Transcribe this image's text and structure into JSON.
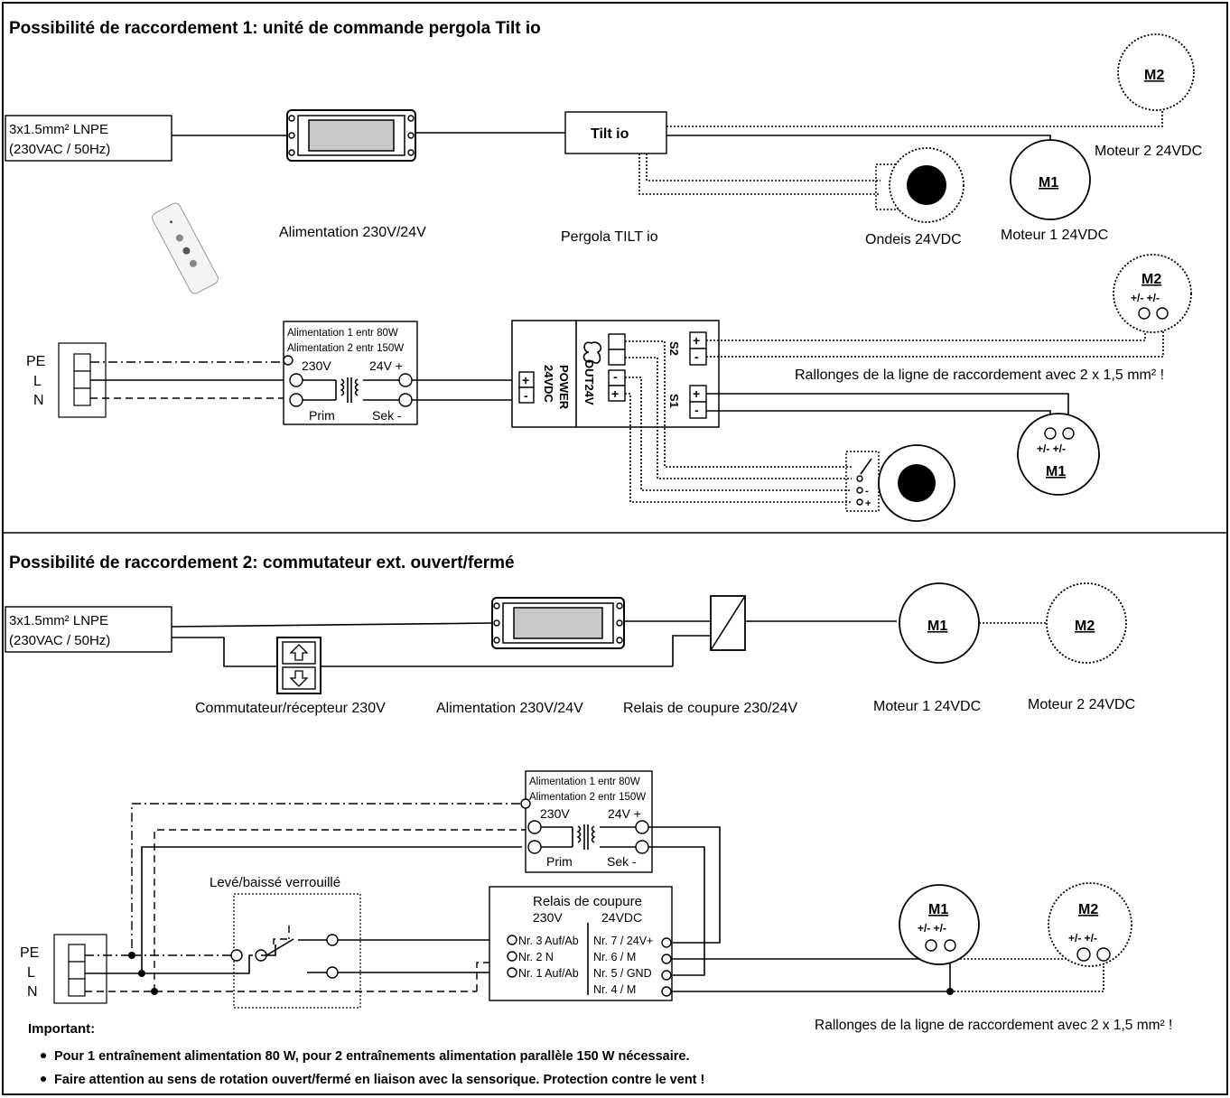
{
  "section1": {
    "title": "Possibilité de raccordement 1: unité de commande pergola Tilt io",
    "supply_line1": "3x1.5mm² LNPE",
    "supply_line2": "(230VAC / 50Hz)",
    "psu_caption": "Alimentation 230V/24V",
    "tilt_box": "Tilt io",
    "tilt_caption": "Pergola TILT io",
    "ondeis_caption": "Ondeis 24VDC",
    "m1_label": "M1",
    "m1_caption": "Moteur 1 24VDC",
    "m2_label": "M2",
    "m2_caption": "Moteur 2 24VDC"
  },
  "wiring1": {
    "pe": "PE",
    "l": "L",
    "n": "N",
    "psu_line1": "Alimentation 1 entr 80W",
    "psu_line2": "Alimentation 2 entr 150W",
    "v230": "230V",
    "v24": "24V +",
    "prim": "Prim",
    "sek": "Sek -",
    "power": "POWER",
    "vdc": "24VDC",
    "out": "OUT24V",
    "s1": "S1",
    "s2": "S2",
    "plus": "+",
    "minus": "-",
    "motor_terms": "+/- +/-",
    "m1": "M1",
    "m2": "M2",
    "extension_note": "Rallonges de la ligne de raccordement avec 2 x 1,5 mm² !"
  },
  "section2": {
    "title": "Possibilité de raccordement 2: commutateur ext. ouvert/fermé",
    "supply_line1": "3x1.5mm² LNPE",
    "supply_line2": "(230VAC / 50Hz)",
    "switch_caption": "Commutateur/récepteur 230V",
    "psu_caption": "Alimentation 230V/24V",
    "relay_caption": "Relais de coupure 230/24V",
    "m1_label": "M1",
    "m1_caption": "Moteur 1 24VDC",
    "m2_label": "M2",
    "m2_caption": "Moteur 2 24VDC"
  },
  "wiring2": {
    "pe": "PE",
    "l": "L",
    "n": "N",
    "psu_line1": "Alimentation 1 entr 80W",
    "psu_line2": "Alimentation 2 entr 150W",
    "v230": "230V",
    "v24": "24V +",
    "prim": "Prim",
    "sek": "Sek -",
    "interlock": "Levé/baissé verrouillé",
    "relay_title": "Relais de coupure",
    "relay_230": "230V",
    "relay_24": "24VDC",
    "nr3": "Nr. 3 Auf/Ab",
    "nr2": "Nr. 2 N",
    "nr1": "Nr. 1 Auf/Ab",
    "nr7": "Nr. 7 / 24V+",
    "nr6": "Nr. 6 / M",
    "nr5": "Nr. 5 / GND",
    "nr4": "Nr. 4 / M",
    "motor_terms": "+/- +/-",
    "m1": "M1",
    "m2": "M2",
    "extension_note": "Rallonges de la ligne de raccordement avec 2 x 1,5 mm² !"
  },
  "notes": {
    "heading": "Important:",
    "items": [
      "Pour 1 entraînement alimentation 80 W, pour 2 entraînements alimentation parallèle 150 W nécessaire.",
      "Faire attention au sens de rotation ouvert/fermé en liaison avec la sensorique. Protection contre le vent !"
    ]
  }
}
